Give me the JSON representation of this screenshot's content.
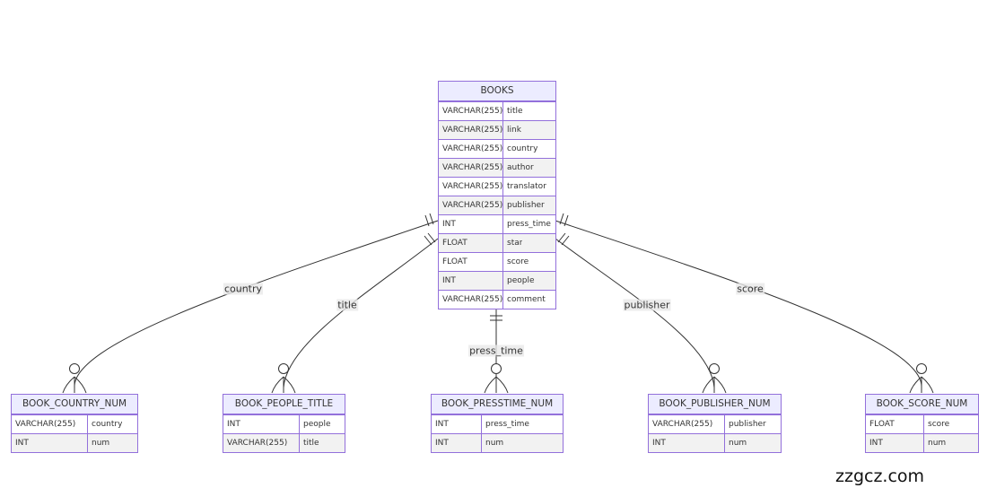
{
  "entities": {
    "books": {
      "name": "BOOKS",
      "attributes": [
        {
          "type": "VARCHAR(255)",
          "name": "title"
        },
        {
          "type": "VARCHAR(255)",
          "name": "link"
        },
        {
          "type": "VARCHAR(255)",
          "name": "country"
        },
        {
          "type": "VARCHAR(255)",
          "name": "author"
        },
        {
          "type": "VARCHAR(255)",
          "name": "translator"
        },
        {
          "type": "VARCHAR(255)",
          "name": "publisher"
        },
        {
          "type": "INT",
          "name": "press_time"
        },
        {
          "type": "FLOAT",
          "name": "star"
        },
        {
          "type": "FLOAT",
          "name": "score"
        },
        {
          "type": "INT",
          "name": "people"
        },
        {
          "type": "VARCHAR(255)",
          "name": "comment"
        }
      ]
    },
    "country_num": {
      "name": "BOOK_COUNTRY_NUM",
      "attributes": [
        {
          "type": "VARCHAR(255)",
          "name": "country"
        },
        {
          "type": "INT",
          "name": "num"
        }
      ]
    },
    "people_title": {
      "name": "BOOK_PEOPLE_TITLE",
      "attributes": [
        {
          "type": "INT",
          "name": "people"
        },
        {
          "type": "VARCHAR(255)",
          "name": "title"
        }
      ]
    },
    "presstime_num": {
      "name": "BOOK_PRESSTIME_NUM",
      "attributes": [
        {
          "type": "INT",
          "name": "press_time"
        },
        {
          "type": "INT",
          "name": "num"
        }
      ]
    },
    "publisher_num": {
      "name": "BOOK_PUBLISHER_NUM",
      "attributes": [
        {
          "type": "VARCHAR(255)",
          "name": "publisher"
        },
        {
          "type": "INT",
          "name": "num"
        }
      ]
    },
    "score_num": {
      "name": "BOOK_SCORE_NUM",
      "attributes": [
        {
          "type": "FLOAT",
          "name": "score"
        },
        {
          "type": "INT",
          "name": "num"
        }
      ]
    }
  },
  "relationships": {
    "country": "country",
    "title": "title",
    "press_time": "press_time",
    "publisher": "publisher",
    "score": "score"
  },
  "watermark": "zzgcz.com",
  "colors": {
    "entity_border": "#9370db",
    "entity_fill": "#ececff",
    "line": "#333333"
  }
}
